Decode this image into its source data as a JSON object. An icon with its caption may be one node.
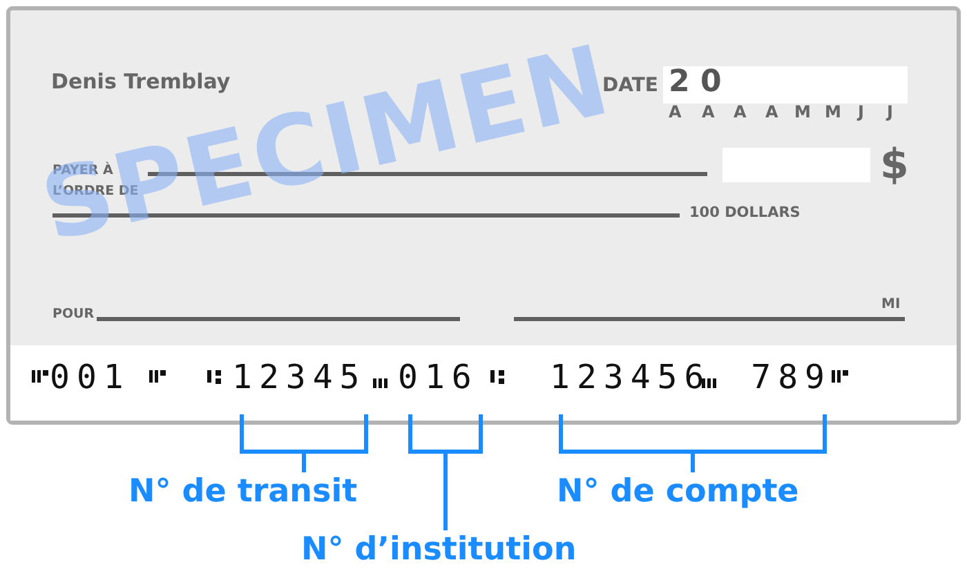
{
  "diagram": {
    "nodes": [
      {
        "text": [
          "12345"
        ]
      },
      {
        "text": [
          "016"
        ]
      },
      {
        "text": [
          "123456",
          "789"
        ]
      },
      {
        "text": [
          "N° de transit"
        ]
      },
      {
        "text": [
          "N° d’institution"
        ]
      },
      {
        "text": [
          "N° de compte"
        ]
      }
    ],
    "edges": [
      {
        "from": 3,
        "to": 0,
        "arrow": "none"
      },
      {
        "from": 4,
        "to": 1,
        "arrow": "none"
      },
      {
        "from": 5,
        "to": 2,
        "arrow": "none"
      }
    ],
    "labels": [
      "Denis Tremblay",
      "DATE",
      "2 0",
      "A",
      "A",
      "A",
      "A",
      "M",
      "M",
      "J",
      "J",
      "PAYER À L’ORDRE DE",
      "$",
      "SPECIMEN",
      "100 DOLLARS",
      "POUR",
      "MI",
      "001"
    ]
  }
}
